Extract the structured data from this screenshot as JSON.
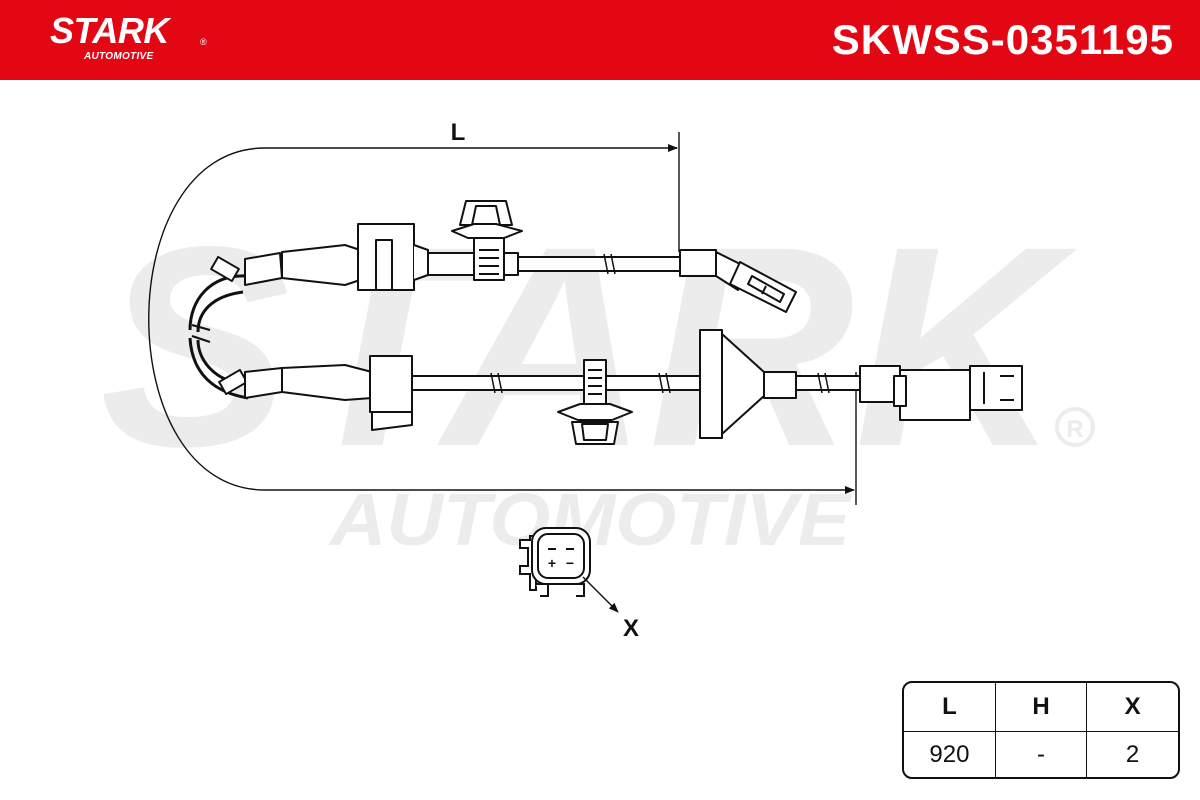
{
  "brand": {
    "name": "STARK",
    "sub": "AUTOMOTIVE",
    "registered": "®"
  },
  "part_number": "SKWSS-0351195",
  "diagram": {
    "label_length": "L",
    "label_connector": "X",
    "connector_plus": "+",
    "connector_minus": "−"
  },
  "spec_table": {
    "headers": [
      "L",
      "H",
      "X"
    ],
    "values": [
      "920",
      "-",
      "2"
    ]
  },
  "colors": {
    "brand_red": "#e30613",
    "watermark": "#ececec",
    "line": "#111111"
  }
}
